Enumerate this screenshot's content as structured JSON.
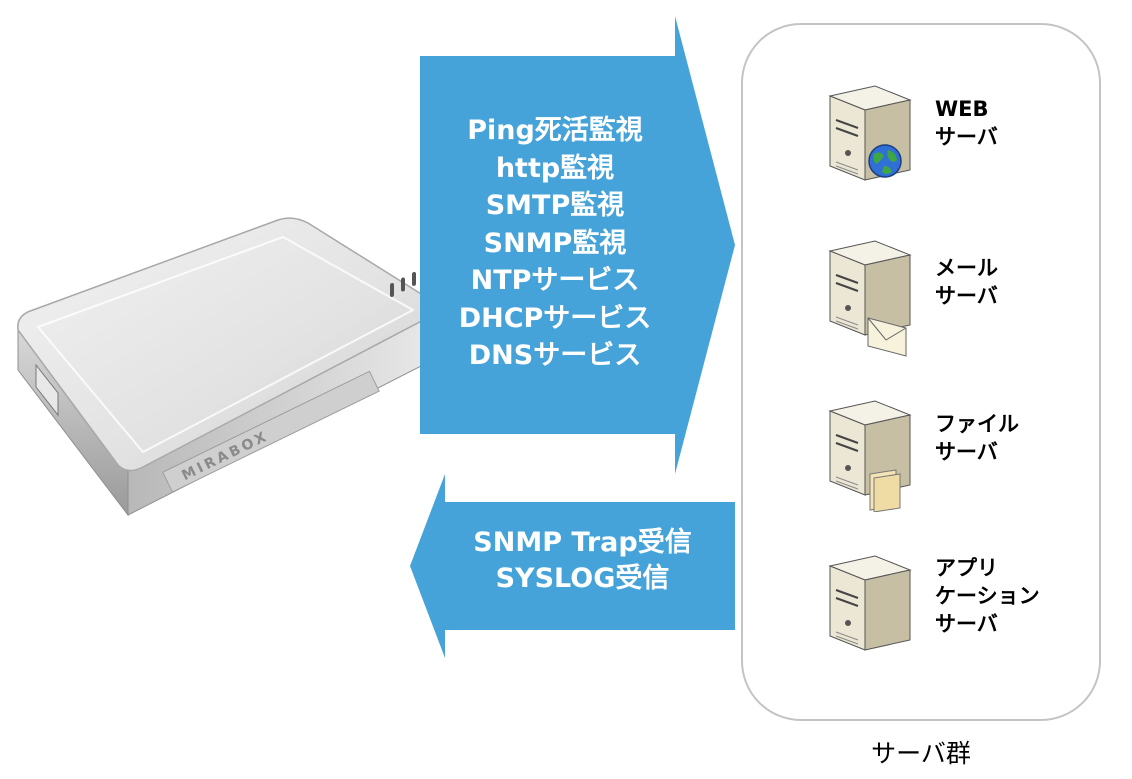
{
  "left_arrow_services": {
    "lines": [
      "Ping死活監視",
      "http監視",
      "SMTP監視",
      "SNMP監視",
      "NTPサービス",
      "DHCPサービス",
      "DNSサービス"
    ]
  },
  "right_arrow_receive": {
    "lines": [
      "SNMP Trap受信",
      "SYSLOG受信"
    ]
  },
  "device": {
    "brand_text": "MIRABOX"
  },
  "server_group": {
    "label": "サーバ群",
    "servers": [
      {
        "icon": "globe-icon",
        "label_lines": [
          "WEB",
          "サーバ"
        ]
      },
      {
        "icon": "envelope-icon",
        "label_lines": [
          "メール",
          "サーバ"
        ]
      },
      {
        "icon": "folder-icon",
        "label_lines": [
          "ファイル",
          "サーバ"
        ]
      },
      {
        "icon": "none",
        "label_lines": [
          "アプリ",
          "ケーション",
          "サーバ"
        ]
      }
    ]
  },
  "colors": {
    "arrow": "#45a3d9",
    "box_border": "#c4c4c4"
  }
}
